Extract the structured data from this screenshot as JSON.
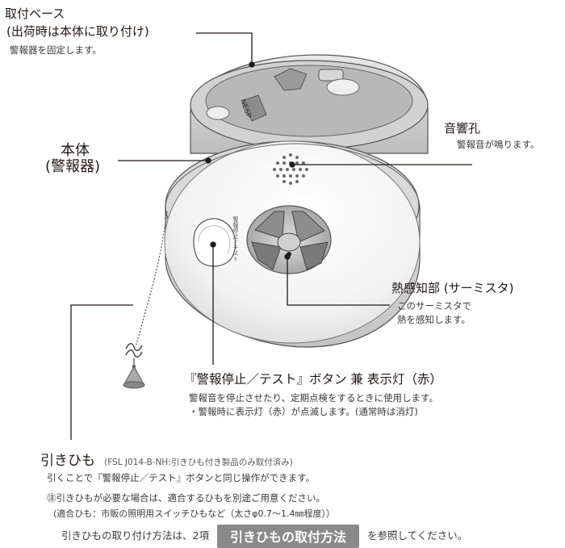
{
  "labels": {
    "base": {
      "title": "取付ベース",
      "subtitle": "(出荷時は本体に取り付け)",
      "desc": "警報器を固定します。"
    },
    "body": {
      "title": "本体",
      "subtitle": "(警報器)"
    },
    "sound_hole": {
      "title": "音響孔",
      "desc": "警報音が鳴ります。"
    },
    "thermistor": {
      "title": "熱感知部 (サーミスタ)",
      "desc_line1": "このサーミスタで",
      "desc_line2": "熱を感知します。"
    },
    "button": {
      "title": "『警報停止／テスト』ボタン 兼 表示灯（赤）",
      "desc_line1": "警報音を停止させたり、定期点検をするときに使用します。",
      "desc_line2": "・警報時に表示灯（赤）が点滅します。(通常時は消灯)"
    },
    "cord": {
      "title": "引きひも",
      "model_note": "(FSL J014-B-NH:引きひも付き製品のみ取付済み)",
      "desc": "引くことで『警報停止／テスト』ボタンと同じ操作ができます。",
      "note_line1": "㊟引きひもが必要な場合は、適合するひもを別途ご用意ください。",
      "note_line2": "(適合ひも：市販の照明用スイッチひもなど（太さφ0.7～1.4㎜程度））",
      "ref_prefix": "引きひもの取り付け方法は、2項",
      "ref_box": "引きひもの取付方法",
      "ref_suffix": "を参照してください。"
    }
  },
  "device": {
    "brand_mark": "NESP",
    "button_side_text": "警報停止／テスト"
  }
}
